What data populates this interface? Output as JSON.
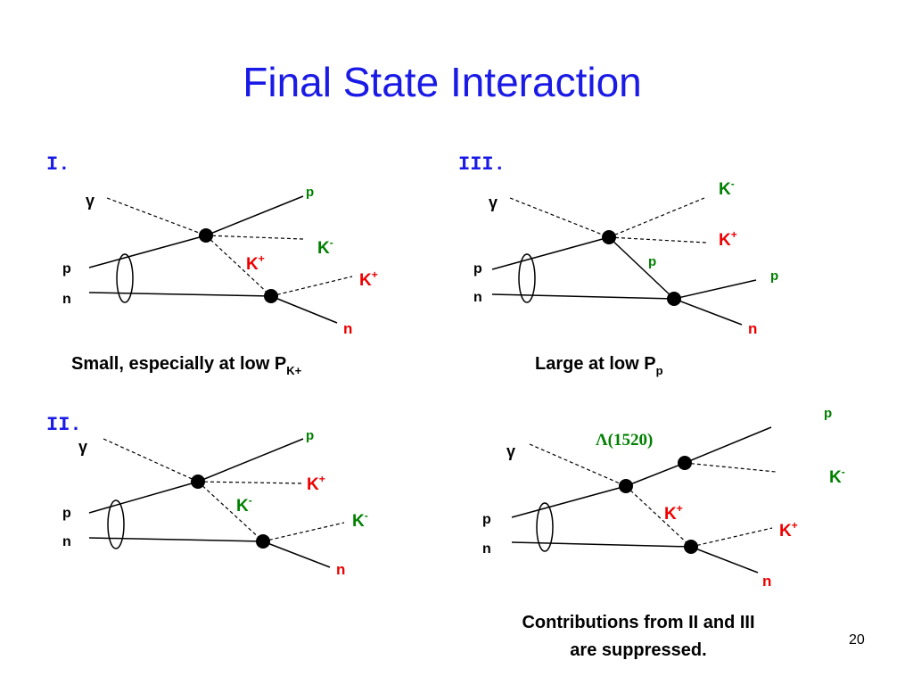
{
  "title": "Final State Interaction",
  "page_number": "20",
  "diagrams": {
    "I": {
      "label": "I.",
      "gamma": "γ",
      "p_in": "p",
      "n_in": "n",
      "p_out": "p",
      "k_minus_base": "K",
      "k_minus_sup": "-",
      "k_plus_mid_base": "K",
      "k_plus_mid_sup": "+",
      "k_plus_out_base": "K",
      "k_plus_out_sup": "+",
      "n_out": "n",
      "caption_main": "Small, especially  at low P",
      "caption_sub": "K+"
    },
    "II": {
      "label": "II.",
      "gamma": "γ",
      "p_in": "p",
      "n_in": "n",
      "p_out": "p",
      "k_plus_base": "K",
      "k_plus_sup": "+",
      "k_minus_mid_base": "K",
      "k_minus_mid_sup": "-",
      "k_minus_out_base": "K",
      "k_minus_out_sup": "-",
      "n_out": "n"
    },
    "III": {
      "label": "III.",
      "gamma": "γ",
      "p_in": "p",
      "n_in": "n",
      "k_minus_base": "K",
      "k_minus_sup": "-",
      "k_plus_base": "K",
      "k_plus_sup": "+",
      "p_mid": "p",
      "p_out": "p",
      "n_out": "n",
      "caption_main": "Large at low P",
      "caption_sub": "p"
    },
    "IV": {
      "resonance": "Λ(1520)",
      "gamma": "γ",
      "p_in": "p",
      "n_in": "n",
      "p_out": "p",
      "k_minus_base": "K",
      "k_minus_sup": "-",
      "k_plus_mid_base": "K",
      "k_plus_mid_sup": "+",
      "k_plus_out_base": "K",
      "k_plus_out_sup": "+",
      "n_out": "n"
    }
  },
  "conclusion": {
    "line1": "Contributions from II and III",
    "line2": "are suppressed."
  }
}
